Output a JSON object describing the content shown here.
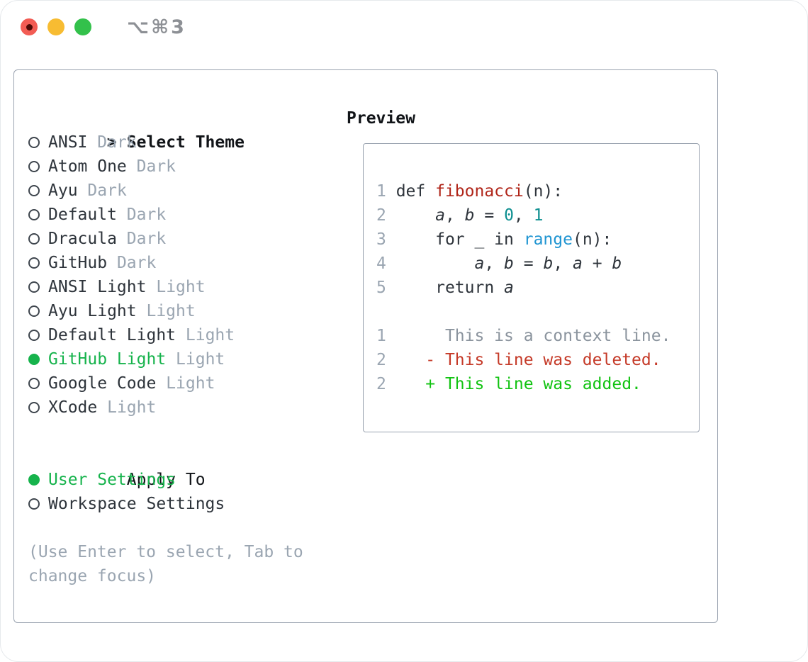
{
  "window": {
    "title": "⌥⌘3",
    "traffic_lights": [
      "close",
      "minimize",
      "zoom"
    ]
  },
  "colors": {
    "accent_green": "#16b34c",
    "diff_added_green": "#12c312",
    "diff_deleted_red": "#c53a28",
    "function_red": "#b02519",
    "number_teal": "#0d8f90",
    "builtin_blue": "#2095d2",
    "muted_gray": "#9aa5b1",
    "panel_border": "#9aa3b0",
    "traffic_red": "#f25c54",
    "traffic_yellow": "#f7bc32",
    "traffic_green": "#33c14b"
  },
  "theme_list": {
    "header_marker": ">",
    "header": "Select Theme",
    "items": [
      {
        "name": "ANSI",
        "variant": "Dark",
        "selected": false
      },
      {
        "name": "Atom One",
        "variant": "Dark",
        "selected": false
      },
      {
        "name": "Ayu",
        "variant": "Dark",
        "selected": false
      },
      {
        "name": "Default",
        "variant": "Dark",
        "selected": false
      },
      {
        "name": "Dracula",
        "variant": "Dark",
        "selected": false
      },
      {
        "name": "GitHub",
        "variant": "Dark",
        "selected": false
      },
      {
        "name": "ANSI Light",
        "variant": "Light",
        "selected": false
      },
      {
        "name": "Ayu Light",
        "variant": "Light",
        "selected": false
      },
      {
        "name": "Default Light",
        "variant": "Light",
        "selected": false
      },
      {
        "name": "GitHub Light",
        "variant": "Light",
        "selected": true
      },
      {
        "name": "Google Code",
        "variant": "Light",
        "selected": false
      },
      {
        "name": "XCode",
        "variant": "Light",
        "selected": false
      }
    ]
  },
  "apply_to": {
    "header": "Apply To",
    "options": [
      {
        "name": "User Settings",
        "selected": true
      },
      {
        "name": "Workspace Settings",
        "selected": false
      }
    ]
  },
  "hint": "(Use Enter to select, Tab to change focus)",
  "preview": {
    "header": "Preview",
    "code_lines": [
      {
        "num": "1",
        "segments": [
          {
            "text": "def ",
            "style": "plain"
          },
          {
            "text": "fibonacci",
            "style": "func"
          },
          {
            "text": "(n):",
            "style": "plain"
          }
        ]
      },
      {
        "num": "2",
        "segments": [
          {
            "text": "    ",
            "style": "plain"
          },
          {
            "text": "a",
            "style": "var"
          },
          {
            "text": ", ",
            "style": "plain"
          },
          {
            "text": "b",
            "style": "var"
          },
          {
            "text": " = ",
            "style": "plain"
          },
          {
            "text": "0",
            "style": "num"
          },
          {
            "text": ", ",
            "style": "plain"
          },
          {
            "text": "1",
            "style": "num"
          }
        ]
      },
      {
        "num": "3",
        "segments": [
          {
            "text": "    for _ in ",
            "style": "plain"
          },
          {
            "text": "range",
            "style": "builtin"
          },
          {
            "text": "(n):",
            "style": "plain"
          }
        ]
      },
      {
        "num": "4",
        "segments": [
          {
            "text": "        ",
            "style": "plain"
          },
          {
            "text": "a",
            "style": "var"
          },
          {
            "text": ", ",
            "style": "plain"
          },
          {
            "text": "b",
            "style": "var"
          },
          {
            "text": " = ",
            "style": "plain"
          },
          {
            "text": "b",
            "style": "var"
          },
          {
            "text": ", ",
            "style": "plain"
          },
          {
            "text": "a",
            "style": "var"
          },
          {
            "text": " + ",
            "style": "plain"
          },
          {
            "text": "b",
            "style": "var"
          }
        ]
      },
      {
        "num": "5",
        "segments": [
          {
            "text": "    return ",
            "style": "plain"
          },
          {
            "text": "a",
            "style": "var"
          }
        ]
      },
      {
        "num": "",
        "segments": []
      },
      {
        "num": "1",
        "segments": [
          {
            "text": "     This is a context line.",
            "style": "context"
          }
        ]
      },
      {
        "num": "2",
        "segments": [
          {
            "text": "   ",
            "style": "plain"
          },
          {
            "text": "- This line was deleted.",
            "style": "deleted"
          }
        ]
      },
      {
        "num": "2",
        "segments": [
          {
            "text": "   ",
            "style": "plain"
          },
          {
            "text": "+ This line was added.",
            "style": "added"
          }
        ]
      }
    ]
  }
}
